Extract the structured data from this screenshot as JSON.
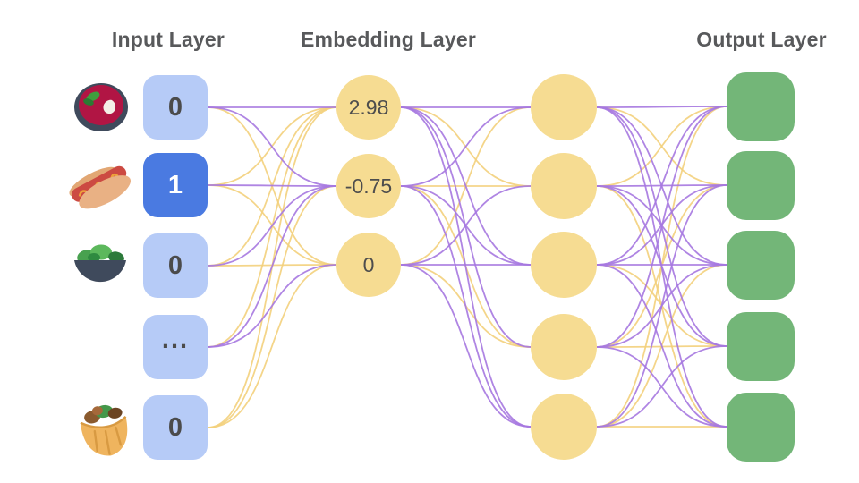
{
  "titles": {
    "input": "Input Layer",
    "embedding": "Embedding Layer",
    "output": "Output Layer"
  },
  "colors": {
    "node_blue_light": "#b6cbf7",
    "node_blue_active": "#4a7ae1",
    "node_yellow": "#f6dc92",
    "node_green": "#73b678",
    "line_purple": "#a678e0",
    "line_yellow": "#f3d07c",
    "title_text": "#58595b",
    "node_text": "#4b4b4b",
    "active_node_text": "#ffffff"
  },
  "icons": [
    "borscht-icon",
    "hotdog-icon",
    "salad-icon",
    "pita-icon"
  ],
  "network": {
    "input_nodes": [
      {
        "label": "0",
        "active": false,
        "icon": "borscht-icon"
      },
      {
        "label": "1",
        "active": true,
        "icon": "hotdog-icon"
      },
      {
        "label": "0",
        "active": false,
        "icon": "salad-icon"
      },
      {
        "label": "...",
        "active": false,
        "icon": ""
      },
      {
        "label": "0",
        "active": false,
        "icon": "pita-icon"
      }
    ],
    "embedding_nodes": [
      {
        "label": "2.98"
      },
      {
        "label": "-0.75"
      },
      {
        "label": "0"
      }
    ],
    "hidden_node_count": 5,
    "output_node_count": 5,
    "connections": {
      "input_to_embedding": [
        [
          "p",
          "p",
          "y"
        ],
        [
          "y",
          "p",
          "y"
        ],
        [
          "y",
          "p",
          "y"
        ],
        [
          "y",
          "p",
          "p"
        ],
        [
          "y",
          "y",
          "y"
        ]
      ],
      "embedding_to_hidden": [
        [
          "p",
          "y",
          "p",
          "p",
          "p"
        ],
        [
          "p",
          "y",
          "p",
          "y",
          "p"
        ],
        [
          "y",
          "p",
          "p",
          "y",
          "p"
        ]
      ],
      "hidden_to_output": [
        [
          "p",
          "y",
          "p",
          "p",
          "p"
        ],
        [
          "y",
          "p",
          "p",
          "p",
          "y"
        ],
        [
          "p",
          "p",
          "p",
          "y",
          "p"
        ],
        [
          "p",
          "y",
          "p",
          "y",
          "p"
        ],
        [
          "y",
          "p",
          "y",
          "p",
          "y"
        ]
      ]
    }
  }
}
